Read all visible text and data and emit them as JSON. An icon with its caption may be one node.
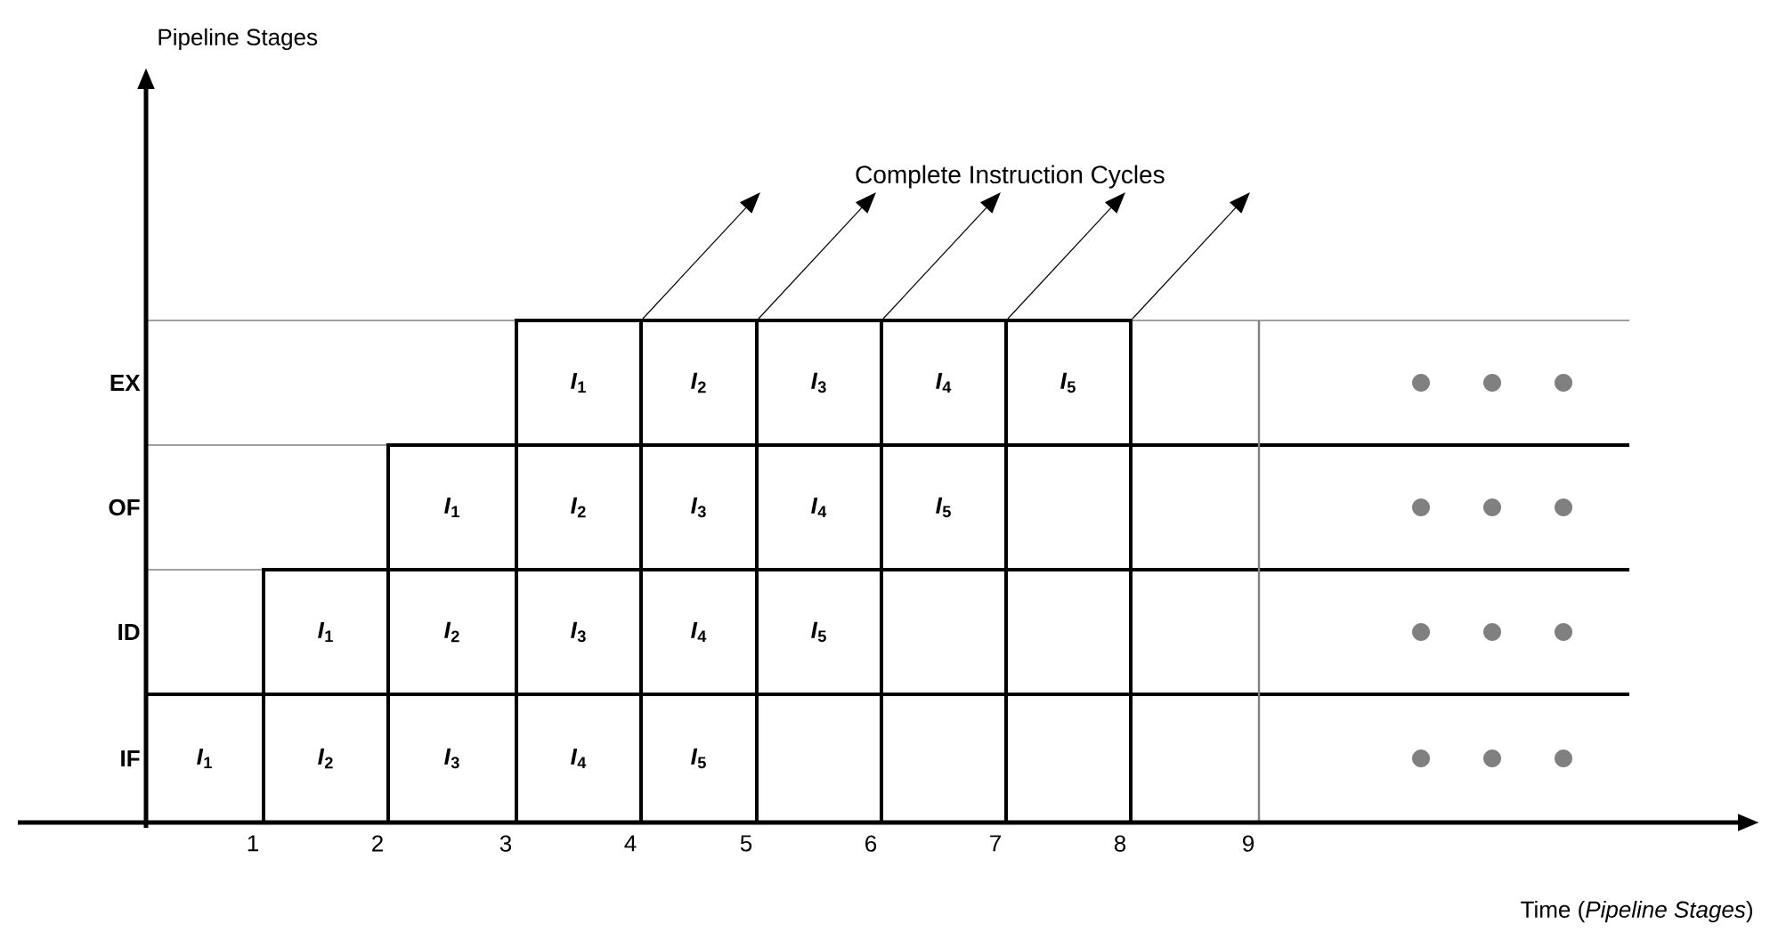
{
  "diagram": {
    "nodes": [
      {
        "text": [
          "Complete Instruction Cycles"
        ]
      },
      {
        "text": [
          "*I*$_{1}$"
        ]
      },
      {
        "text": [
          "*I*$_{2}$"
        ]
      },
      {
        "text": [
          "*I*$_{3}$"
        ]
      },
      {
        "text": [
          "*I*$_{4}$"
        ]
      },
      {
        "text": [
          "*I*$_{5}$"
        ]
      },
      {
        "text": [
          "*I*$_{1}$"
        ]
      },
      {
        "text": [
          "*I*$_{2}$"
        ]
      },
      {
        "text": [
          "*I*$_{3}$"
        ]
      },
      {
        "text": [
          "*I*$_{4}$"
        ]
      },
      {
        "text": [
          "*I*$_{5}$"
        ]
      },
      {
        "text": [
          "*I*$_{1}$"
        ]
      },
      {
        "text": [
          "*I*$_{2}$"
        ]
      },
      {
        "text": [
          "*I*$_{3}$"
        ]
      },
      {
        "text": [
          "*I*$_{4}$"
        ]
      },
      {
        "text": [
          "*I*$_{5}$"
        ]
      },
      {
        "text": [
          "*I*$_{1}$"
        ]
      },
      {
        "text": [
          "*I*$_{2}$"
        ]
      },
      {
        "text": [
          "*I*$_{3}$"
        ]
      },
      {
        "text": [
          "*I*$_{4}$"
        ]
      },
      {
        "text": [
          "*I*$_{5}$"
        ]
      }
    ],
    "edges": [
      {
        "from": 1,
        "to": 0,
        "arrow": "to"
      },
      {
        "from": 2,
        "to": 0,
        "arrow": "to"
      },
      {
        "from": 3,
        "to": 0,
        "arrow": "to"
      },
      {
        "from": 4,
        "to": 0,
        "arrow": "to"
      },
      {
        "from": 5,
        "to": 0,
        "arrow": "to"
      }
    ],
    "labels": [
      "Pipeline Stages",
      "EX",
      "OF",
      "ID",
      "IF",
      "1",
      "2",
      "3",
      "4",
      "5",
      "6",
      "7",
      "8",
      "9",
      "Time (*Pipeline Stages*)"
    ]
  }
}
